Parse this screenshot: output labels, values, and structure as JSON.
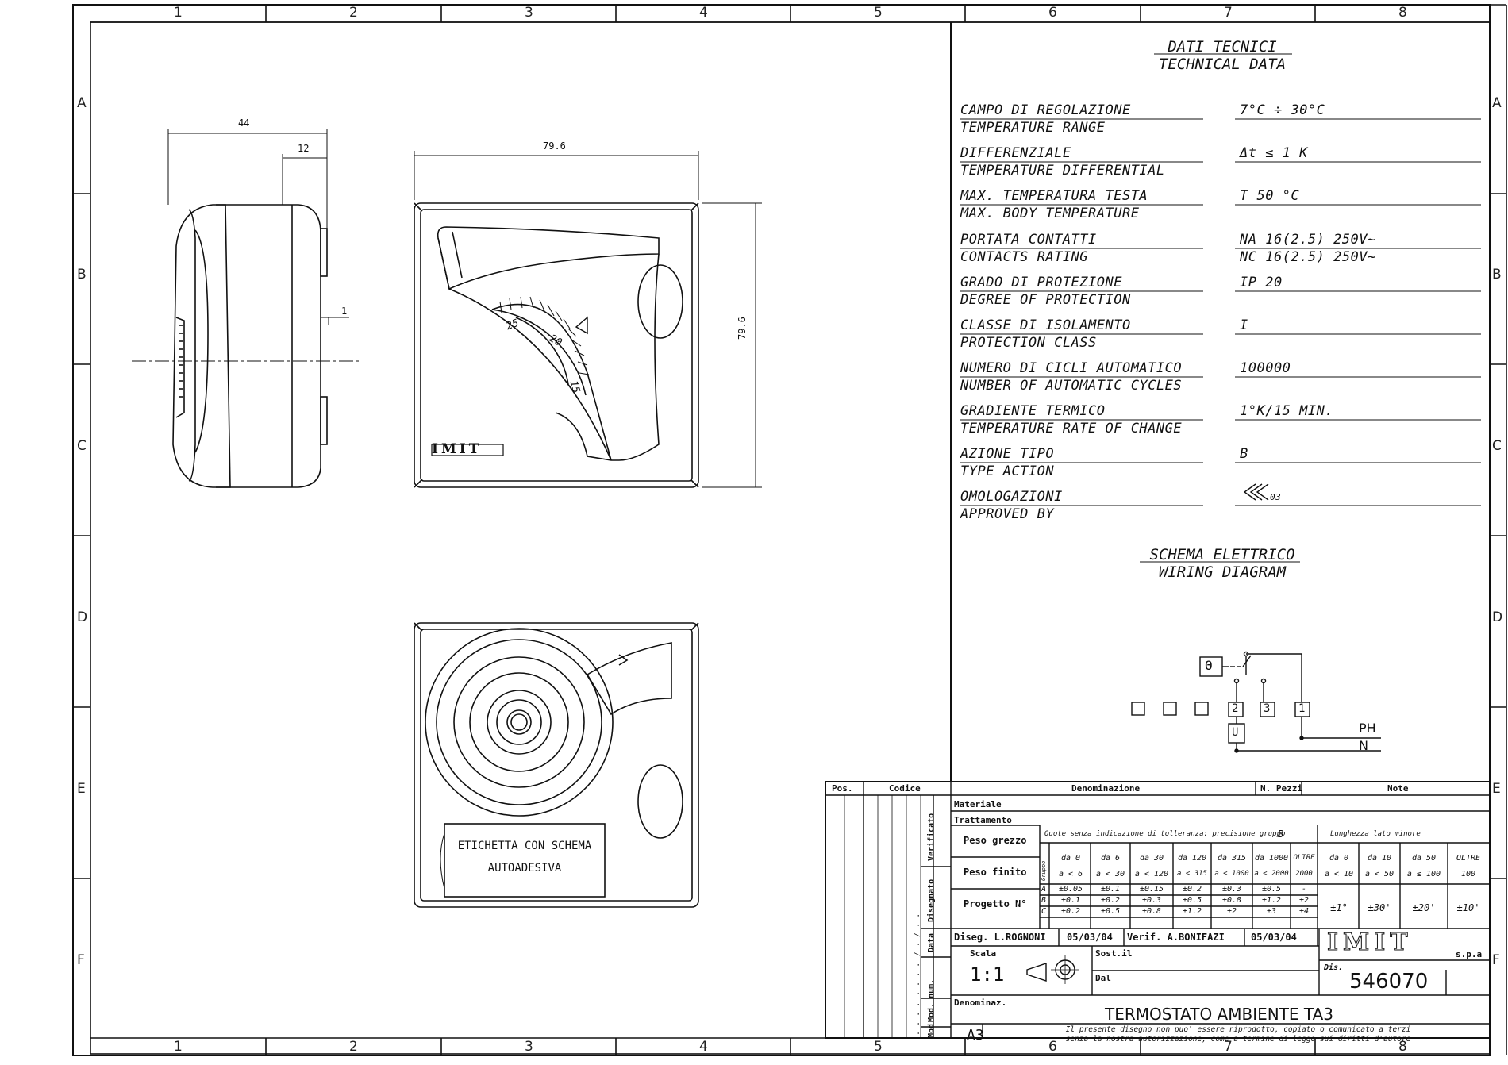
{
  "grid": {
    "columns": [
      "1",
      "2",
      "3",
      "4",
      "5",
      "6",
      "7",
      "8"
    ],
    "rows": [
      "A",
      "B",
      "C",
      "D",
      "E",
      "F"
    ]
  },
  "dimensions": {
    "side_width": "44",
    "side_offset": "12",
    "side_gap": "1",
    "front_width": "79.6",
    "front_height": "79.6"
  },
  "front_dial": {
    "brand": "IMIT",
    "scale_marks": [
      "25",
      "20",
      "15"
    ]
  },
  "rear_label": {
    "line1": "ETICHETTA CON SCHEMA",
    "line2": "AUTOADESIVA"
  },
  "technical": {
    "title_it": "DATI TECNICI",
    "title_en": "TECHNICAL DATA",
    "rows": [
      {
        "it": "CAMPO DI REGOLAZIONE",
        "en": "TEMPERATURE RANGE",
        "value": "7°C ÷ 30°C"
      },
      {
        "it": "DIFFERENZIALE",
        "en": "TEMPERATURE DIFFERENTIAL",
        "value": "Δt ≤ 1 K"
      },
      {
        "it": "MAX. TEMPERATURA TESTA",
        "en": "MAX. BODY TEMPERATURE",
        "value": "T 50 °C"
      },
      {
        "it": "PORTATA CONTATTI",
        "en": "CONTACTS RATING",
        "value": "NA 16(2.5) 250V~",
        "value2": "NC 16(2.5) 250V~"
      },
      {
        "it": "GRADO DI PROTEZIONE",
        "en": "DEGREE OF PROTECTION",
        "value": "IP 20"
      },
      {
        "it": "CLASSE DI ISOLAMENTO",
        "en": "PROTECTION CLASS",
        "value": "I"
      },
      {
        "it": "NUMERO DI CICLI AUTOMATICO",
        "en": "NUMBER OF AUTOMATIC CYCLES",
        "value": "100000"
      },
      {
        "it": "GRADIENTE TERMICO",
        "en": "TEMPERATURE RATE OF CHANGE",
        "value": "1°K/15 MIN."
      },
      {
        "it": "AZIONE TIPO",
        "en": "TYPE ACTION",
        "value": "B"
      },
      {
        "it": "OMOLOGAZIONI",
        "en": "APPROVED BY",
        "value": "03"
      }
    ]
  },
  "wiring": {
    "title_it": "SCHEMA ELETTRICO",
    "title_en": "WIRING DIAGRAM",
    "sensor": "Θ",
    "terminals": [
      "2",
      "3",
      "1"
    ],
    "load": "U",
    "phase": "PH",
    "neutral": "N"
  },
  "title_block": {
    "header": {
      "pos": "Pos.",
      "codice": "Codice",
      "denominazione": "Denominazione",
      "pezzi": "N. Pezzi",
      "note": "Note"
    },
    "side_labels": [
      "Verificato",
      "Disegnato",
      "Data",
      "Mod. num.",
      "Mod"
    ],
    "side_marks": [
      "/ . / . .",
      ". . . .",
      ". . . ."
    ],
    "materiale": "Materiale",
    "trattamento": "Trattamento",
    "peso_grezzo": "Peso grezzo",
    "peso_finito": "Peso finito",
    "progetto": "Progetto N°",
    "tolerance_note": "Quote senza indicazione di tolleranza: precisione gruppo",
    "tolerance_group": "B",
    "length_note": "Lunghezza lato minore",
    "gruppo_label": "Gruppo",
    "tol_cols_top": [
      "da 0",
      "da 6",
      "da 30",
      "da 120",
      "da 315",
      "da 1000",
      "OLTRE"
    ],
    "tol_cols_bot": [
      "a < 6",
      "a < 30",
      "a < 120",
      "a < 315",
      "a < 1000",
      "a < 2000",
      "2000"
    ],
    "tol_rows": [
      {
        "g": "A",
        "v": [
          "±0.05",
          "±0.1",
          "±0.15",
          "±0.2",
          "±0.3",
          "±0.5",
          "-"
        ]
      },
      {
        "g": "B",
        "v": [
          "±0.1",
          "±0.2",
          "±0.3",
          "±0.5",
          "±0.8",
          "±1.2",
          "±2"
        ]
      },
      {
        "g": "C",
        "v": [
          "±0.2",
          "±0.5",
          "±0.8",
          "±1.2",
          "±2",
          "±3",
          "±4"
        ]
      }
    ],
    "ang_cols_top": [
      "da 0",
      "da 10",
      "da 50",
      "OLTRE"
    ],
    "ang_cols_bot": [
      "a < 10",
      "a < 50",
      "a ≤ 100",
      "100"
    ],
    "ang_vals": [
      "±1°",
      "±30'",
      "±20'",
      "±10'"
    ],
    "diseg": "Diseg. L.ROGNONI",
    "diseg_date": "05/03/04",
    "verif": "Verif. A.BONIFAZI",
    "verif_date": "05/03/04",
    "company": "IMIT",
    "company_suffix": "s.p.a",
    "scala_label": "Scala",
    "scala": "1:1",
    "sost_label": "Sost.il",
    "dal_label": "Dal",
    "dis_label": "Dis.",
    "drawing_number": "546070",
    "denominaz_label": "Denominaz.",
    "product_name": "TERMOSTATO AMBIENTE TA3",
    "format": "A3",
    "legal_line1": "Il presente disegno non puo' essere riprodotto, copiato o comunicato a terzi",
    "legal_line2": "senza la nostra autorizzazione, come a termine di legge sui diritti d'autore"
  }
}
